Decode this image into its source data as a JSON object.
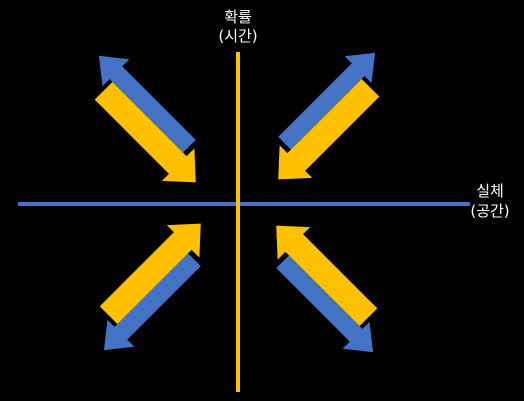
{
  "vertical_axis": {
    "label_line1": "확률",
    "label_line2": "(시간)",
    "color": "#FFC000"
  },
  "horizontal_axis": {
    "label_line1": "실체",
    "label_line2": "(공간)",
    "color": "#4472C4"
  },
  "arrow_colors": {
    "outward": "#4472C4",
    "inward": "#FFC000"
  },
  "background": "#000000"
}
